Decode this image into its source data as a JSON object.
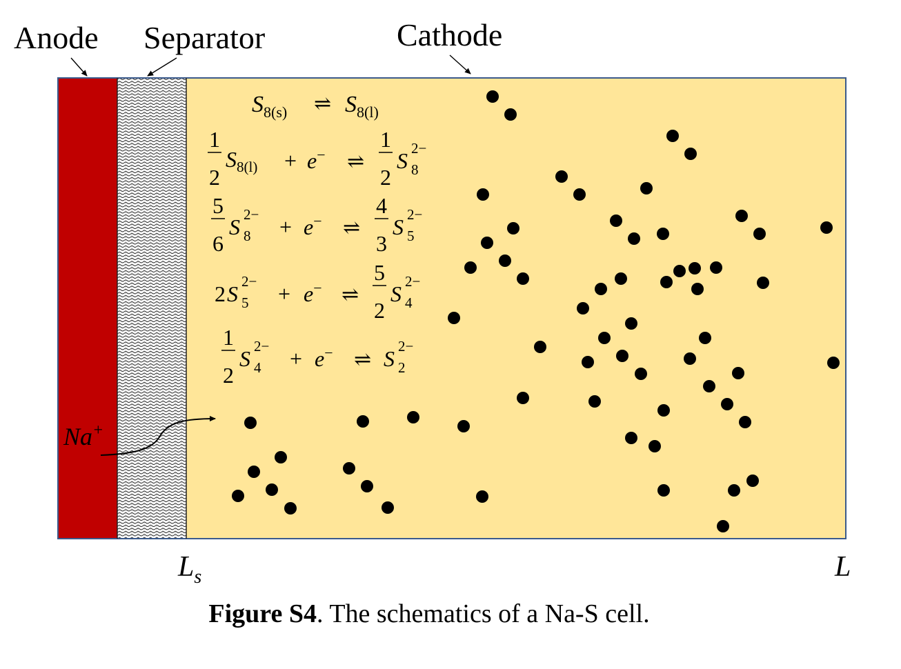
{
  "labels": {
    "anode": "Anode",
    "separator": "Separator",
    "cathode": "Cathode",
    "na_ion": "Na",
    "na_charge": "+",
    "ls": "L",
    "ls_sub": "s",
    "l": "L"
  },
  "reactions": {
    "r1": {
      "left": "S",
      "left_sub": "8(s)",
      "arrow": "⇌",
      "right": "S",
      "right_sub": "8(l)"
    },
    "r2": {
      "c1_num": "1",
      "c1_den": "2",
      "s1": "S",
      "s1_sub": "8(l)",
      "plus": "+",
      "e": "e",
      "e_sup": "−",
      "arrow": "⇌",
      "c2_num": "1",
      "c2_den": "2",
      "s2": "S",
      "s2_sub": "8",
      "s2_sup": "2−"
    },
    "r3": {
      "c1_num": "5",
      "c1_den": "6",
      "s1": "S",
      "s1_sub": "8",
      "s1_sup": "2−",
      "plus": "+",
      "e": "e",
      "e_sup": "−",
      "arrow": "⇌",
      "c2_num": "4",
      "c2_den": "3",
      "s2": "S",
      "s2_sub": "5",
      "s2_sup": "2−"
    },
    "r4": {
      "coef": "2",
      "s1": "S",
      "s1_sub": "5",
      "s1_sup": "2−",
      "plus": "+",
      "e": "e",
      "e_sup": "−",
      "arrow": "⇌",
      "c2_num": "5",
      "c2_den": "2",
      "s2": "S",
      "s2_sub": "4",
      "s2_sup": "2−"
    },
    "r5": {
      "c1_num": "1",
      "c1_den": "2",
      "s1": "S",
      "s1_sub": "4",
      "s1_sup": "2−",
      "plus": "+",
      "e": "e",
      "e_sup": "−",
      "arrow": "⇌",
      "s2": "S",
      "s2_sub": "2",
      "s2_sup": "2−"
    }
  },
  "caption": {
    "bold": "Figure S4",
    "text": ". The schematics of a Na-S cell."
  },
  "colors": {
    "anode": "#c00000",
    "cathode": "#ffe699",
    "border": "#3a5a8c",
    "particle": "#000000"
  }
}
